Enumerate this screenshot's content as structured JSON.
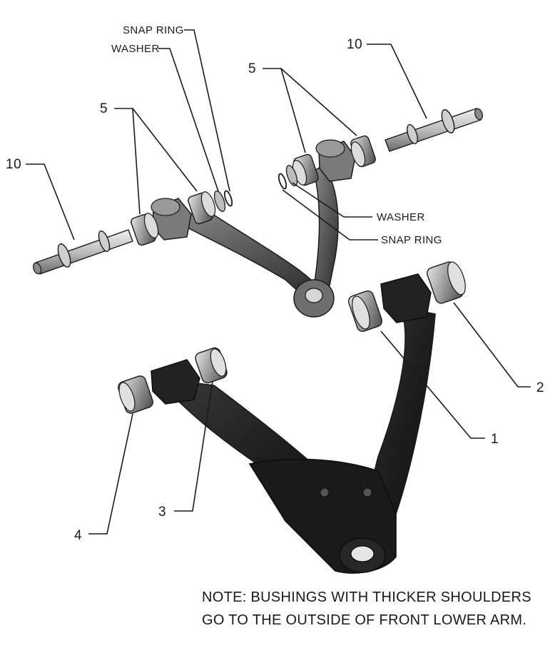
{
  "callouts": {
    "snap_ring_top": "SNAP RING",
    "washer_top": "WASHER",
    "part_10_right": "10",
    "part_5_upper_right": "5",
    "part_5_upper_left": "5",
    "part_10_left": "10",
    "washer_right": "WASHER",
    "snap_ring_right": "SNAP RING",
    "part_2": "2",
    "part_1": "1",
    "part_3": "3",
    "part_4": "4"
  },
  "note": {
    "line1": "NOTE: BUSHINGS WITH THICKER SHOULDERS",
    "line2": "GO TO THE OUTSIDE OF FRONT LOWER ARM."
  },
  "colors": {
    "ink": "#1a1a1a",
    "metal_light": "#cfcfcf",
    "metal_mid": "#8a8a8a",
    "metal_dark": "#2a2a2a"
  }
}
